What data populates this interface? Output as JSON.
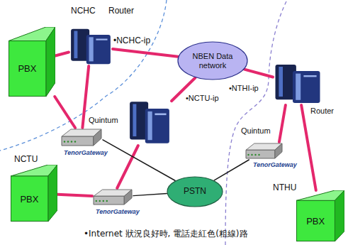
{
  "diagram": {
    "caption": "•Internet 狀況良好時, 電話走紅色(粗線)路",
    "nodes": [
      {
        "text": [
          "PBX"
        ]
      },
      {
        "text": [
          "Router",
          "•NCHC-ip"
        ]
      },
      {
        "text": [
          "NBEN Data network"
        ]
      },
      {
        "text": [
          "Quintum",
          "TenorGateway"
        ]
      },
      {
        "text": [
          "•NCTU-ip"
        ]
      },
      {
        "text": [
          "•NTHI-ip",
          "Router"
        ]
      },
      {
        "text": [
          "Quintum",
          "TenorGateway"
        ]
      },
      {
        "text": [
          "PSTN"
        ]
      },
      {
        "text": [
          "PBX"
        ]
      },
      {
        "text": [
          "TenorGateway"
        ]
      },
      {
        "text": [
          "PBX"
        ]
      }
    ],
    "edges": [
      {
        "from": 0,
        "to": 1,
        "arrow": "none"
      },
      {
        "from": 0,
        "to": 3,
        "arrow": "none"
      },
      {
        "from": 3,
        "to": 1,
        "arrow": "none"
      },
      {
        "from": 1,
        "to": 2,
        "arrow": "none"
      },
      {
        "from": 4,
        "to": 2,
        "arrow": "none"
      },
      {
        "from": 2,
        "to": 5,
        "arrow": "none"
      },
      {
        "from": 5,
        "to": 10,
        "arrow": "none"
      },
      {
        "from": 5,
        "to": 6,
        "arrow": "none"
      },
      {
        "from": 4,
        "to": 9,
        "arrow": "none"
      },
      {
        "from": 8,
        "to": 9,
        "arrow": "none"
      },
      {
        "from": 3,
        "to": 7,
        "arrow": "none"
      },
      {
        "from": 9,
        "to": 7,
        "arrow": "none"
      },
      {
        "from": 6,
        "to": 7,
        "arrow": "none"
      }
    ],
    "labels": [
      "NCHC",
      "NCTU",
      "NTHU"
    ]
  }
}
